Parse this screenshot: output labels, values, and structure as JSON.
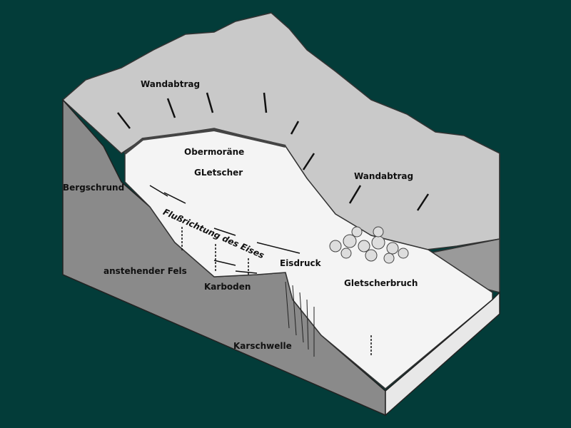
{
  "labels": {
    "wandabtrag_left": "Wandabtrag",
    "wandabtrag_right": "Wandabtrag",
    "obermoraene": "Obermoräne",
    "gletscher": "GLetscher",
    "bergschrund": "Bergschrund",
    "flussrichtung": "Flußrichtung des Eises",
    "eisdruck": "Eisdruck",
    "anstehender_fels": "anstehender Fels",
    "karboden": "Karboden",
    "gletscherbruch": "Gletscherbruch",
    "karschwelle": "Karschwelle"
  },
  "colors": {
    "background": "#033c39",
    "rock": "#8a8a8a",
    "mountain": "#c9c9c9",
    "ice": "#f4f4f4"
  }
}
